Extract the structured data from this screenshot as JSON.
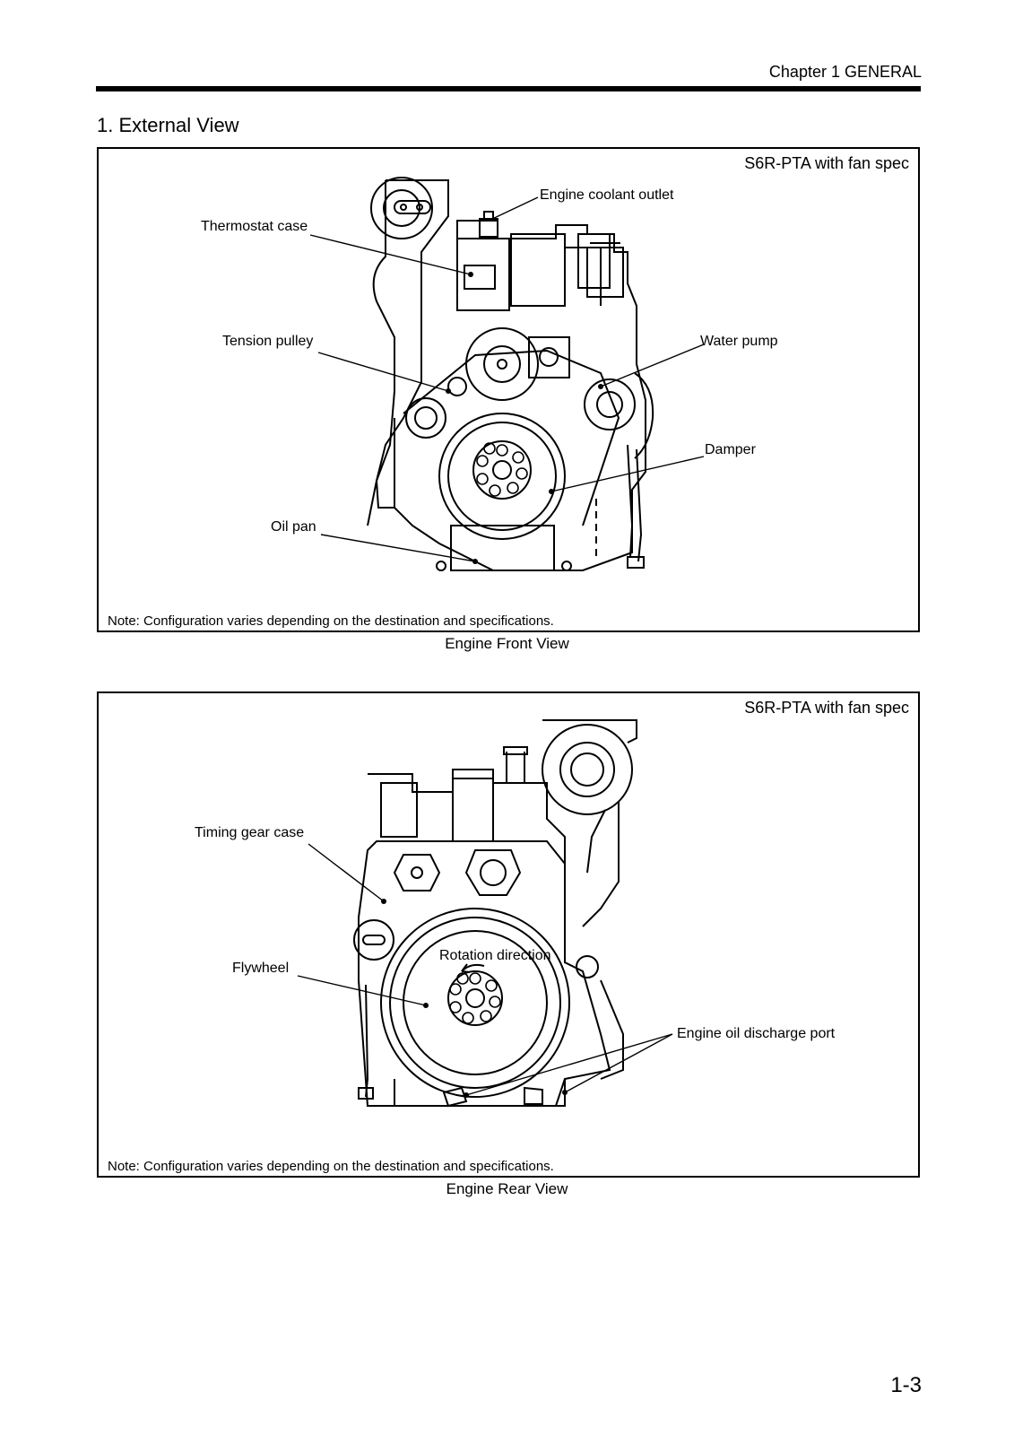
{
  "header": {
    "chapter": "Chapter 1  GENERAL"
  },
  "section_title": "1. External View",
  "front": {
    "spec": "S6R-PTA with fan spec",
    "labels": {
      "coolant_outlet": "Engine coolant outlet",
      "thermostat_case": "Thermostat case",
      "tension_pulley": "Tension pulley",
      "water_pump": "Water pump",
      "damper": "Damper",
      "oil_pan": "Oil pan"
    },
    "note": "Note: Configuration varies depending on the destination and specifications.",
    "caption": "Engine Front View"
  },
  "rear": {
    "spec": "S6R-PTA with fan spec",
    "labels": {
      "timing_gear_case": "Timing gear case",
      "rotation_direction": "Rotation direction",
      "flywheel": "Flywheel",
      "oil_discharge_port": "Engine oil discharge port"
    },
    "note": "Note: Configuration varies depending on the destination and specifications.",
    "caption": "Engine Rear View"
  },
  "page_number": "1-3"
}
